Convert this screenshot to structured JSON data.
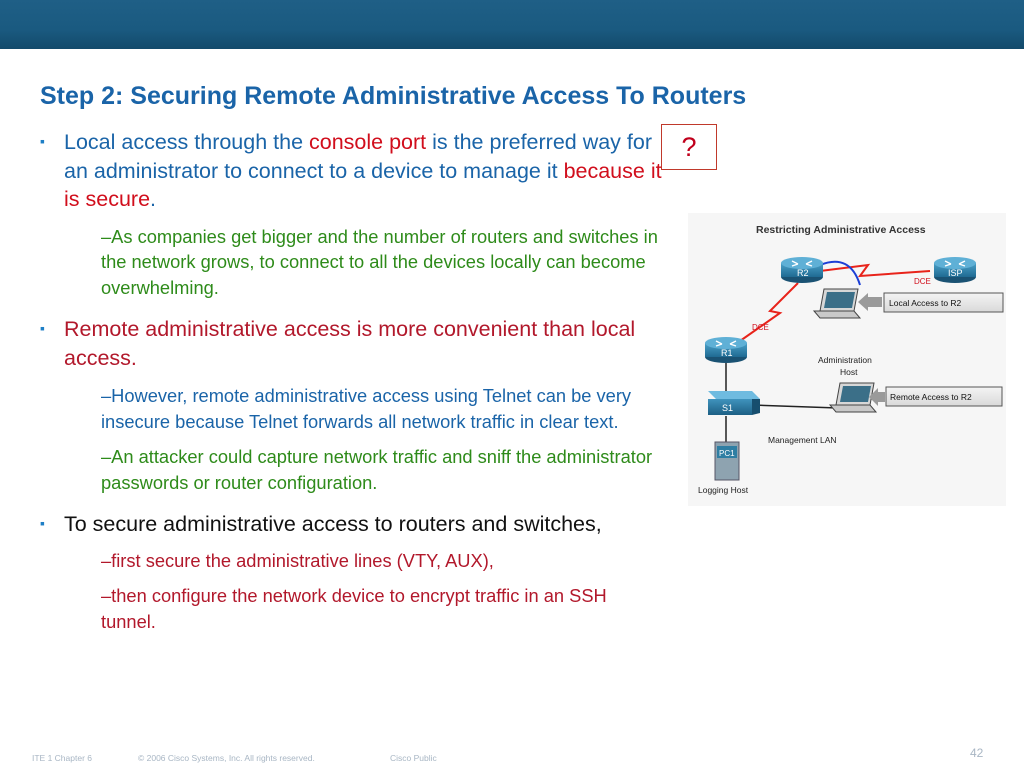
{
  "slide": {
    "title": "Step 2: Securing Remote Administrative Access To Routers",
    "question_mark": "?",
    "bullets": [
      {
        "parts": [
          "Local access through the ",
          "console port",
          " is the preferred way for an administrator to connect to a device to manage it ",
          "because it is secure",
          "."
        ],
        "subs": [
          "–As companies get bigger and the number of routers and switches in the network grows, to connect to all the devices locally can become overwhelming."
        ]
      },
      {
        "text": "Remote administrative access is more convenient than local access.",
        "subs": [
          "–However, remote administrative access using Telnet can be very insecure because Telnet forwards all network traffic in clear text.",
          "–An attacker could capture network traffic and sniff the administrator passwords or router configuration."
        ]
      },
      {
        "text": "To secure administrative access to routers and switches,",
        "subs": [
          "–first secure the administrative lines (VTY, AUX),",
          "–then configure the network device to encrypt traffic in an SSH tunnel."
        ]
      }
    ],
    "bullet_glyph": "▪"
  },
  "diagram": {
    "title": "Restricting Administrative Access",
    "r2": "R2",
    "isp": "ISP",
    "r1": "R1",
    "s1": "S1",
    "pc1": "PC1",
    "dce_top": "DCE",
    "dce_left": "DCE",
    "local_access_label": "Local Access to R2",
    "remote_access_label": "Remote Access to R2",
    "admin_host_line1": "Administration",
    "admin_host_line2": "Host",
    "management_lan": "Management LAN",
    "logging_host": "Logging Host"
  },
  "footer": {
    "course": "ITE 1 Chapter 6",
    "copyright": "© 2006 Cisco Systems, Inc. All rights reserved.",
    "classification": "Cisco Public",
    "page_number": "42"
  },
  "colors": {
    "header_bar": "#1a5a80",
    "title": "#1a64a8",
    "red_text": "#d10e1c",
    "green_text": "#2e8b1a",
    "router": "#2e7fa6",
    "red_link": "#e8231a",
    "blue_link": "#1c3fd6"
  }
}
